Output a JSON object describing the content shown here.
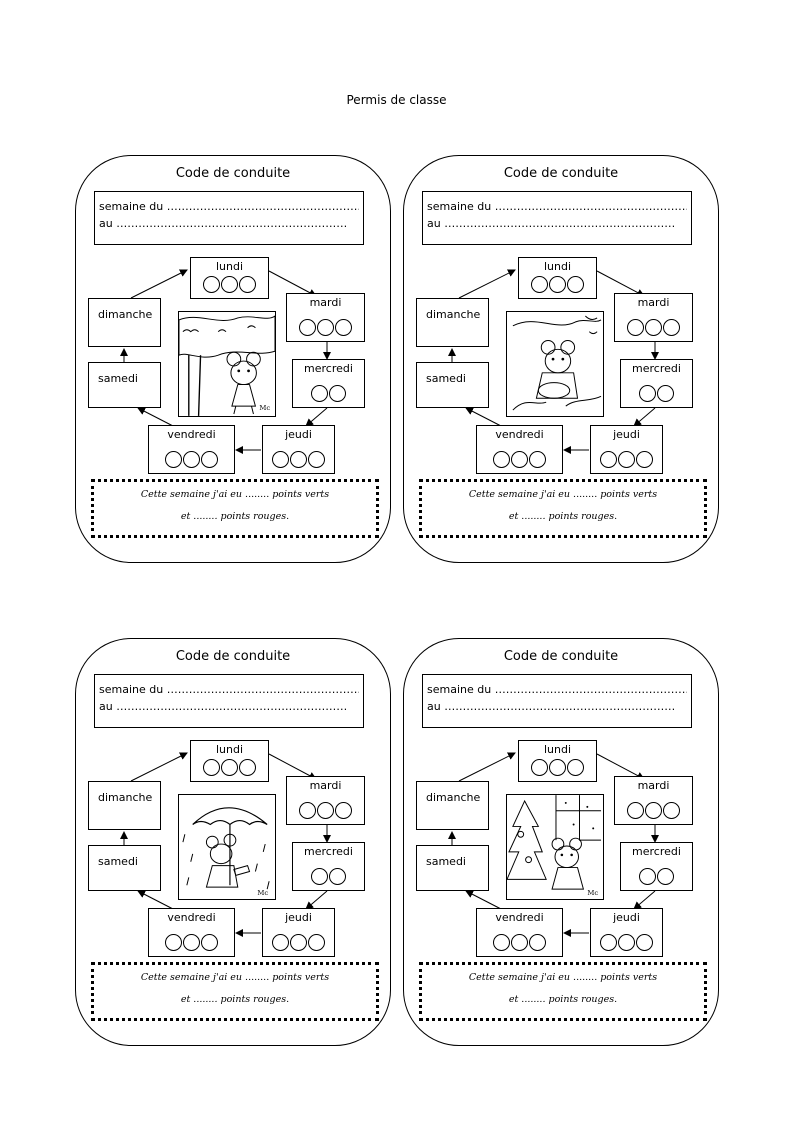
{
  "page_title": "Permis de classe",
  "cards": [
    {
      "id": "card-1",
      "scene": "tree-mouse-icon"
    },
    {
      "id": "card-2",
      "scene": "leaf-basket-mouse-icon"
    },
    {
      "id": "card-3",
      "scene": "umbrella-mouse-icon"
    },
    {
      "id": "card-4",
      "scene": "christmas-tree-mouse-icon"
    }
  ],
  "card": {
    "title": "Code de conduite",
    "week_from": "semaine du ………………………………………………",
    "week_to": "au ………………………………………………………",
    "days": {
      "lundi": "lundi",
      "mardi": "mardi",
      "mercredi": "mercredi",
      "jeudi": "jeudi",
      "vendredi": "vendredi",
      "samedi": "samedi",
      "dimanche": "dimanche"
    },
    "circles_per_day": {
      "lundi": 3,
      "mardi": 3,
      "mercredi": 2,
      "jeudi": 3,
      "vendredi": 3
    },
    "summary_line1": "Cette semaine j'ai eu ........ points verts",
    "summary_line2": "et ........ points rouges."
  }
}
